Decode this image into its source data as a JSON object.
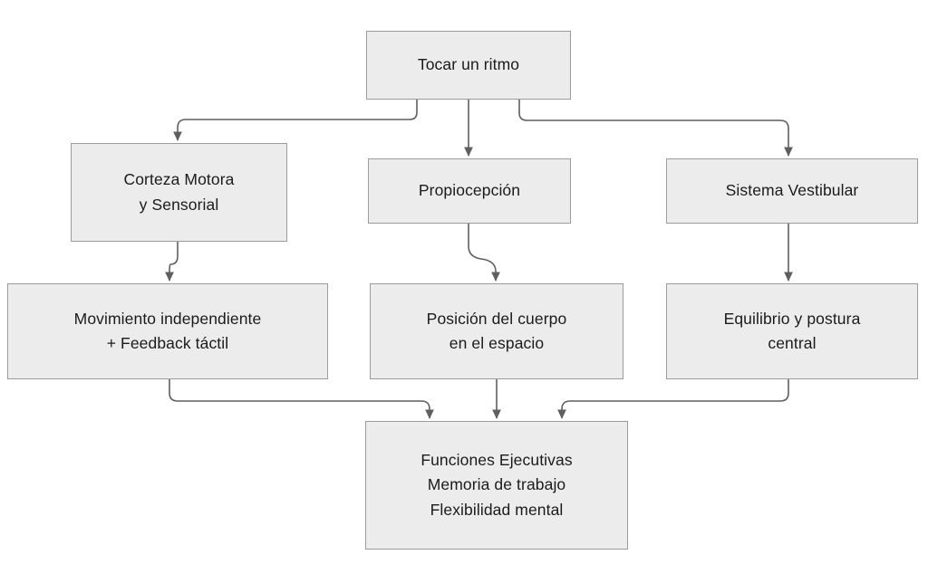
{
  "diagram": {
    "title": "Tocar un ritmo",
    "type": "flowchart",
    "orientation": "top-down",
    "colors": {
      "node_fill": "#ECECEC",
      "node_border": "#9C9C9C",
      "edge": "#5F5F5F",
      "text": "#1B1B1B",
      "background": "#FFFFFF"
    },
    "nodes": [
      {
        "id": "tocar-un-ritmo",
        "label": "Tocar un ritmo"
      },
      {
        "id": "corteza-motora",
        "label": "Corteza Motora\ny Sensorial"
      },
      {
        "id": "propiocepcion",
        "label": "Propiocepción"
      },
      {
        "id": "sistema-vestibular",
        "label": "Sistema Vestibular"
      },
      {
        "id": "movimiento",
        "label": "Movimiento independiente\n+ Feedback táctil"
      },
      {
        "id": "posicion-cuerpo",
        "label": "Posición del cuerpo\nen el espacio"
      },
      {
        "id": "equilibrio",
        "label": "Equilibrio y postura\ncentral"
      },
      {
        "id": "funciones-ejecutivas",
        "label": "Funciones Ejecutivas\nMemoria de trabajo\nFlexibilidad mental"
      }
    ],
    "edges": [
      {
        "from": "tocar-un-ritmo",
        "to": "corteza-motora",
        "style": "elbow-left"
      },
      {
        "from": "tocar-un-ritmo",
        "to": "propiocepcion",
        "style": "straight"
      },
      {
        "from": "tocar-un-ritmo",
        "to": "sistema-vestibular",
        "style": "elbow-right"
      },
      {
        "from": "corteza-motora",
        "to": "movimiento",
        "style": "s-curve"
      },
      {
        "from": "propiocepcion",
        "to": "posicion-cuerpo",
        "style": "s-curve"
      },
      {
        "from": "sistema-vestibular",
        "to": "equilibrio",
        "style": "straight"
      },
      {
        "from": "movimiento",
        "to": "funciones-ejecutivas",
        "style": "elbow-right"
      },
      {
        "from": "posicion-cuerpo",
        "to": "funciones-ejecutivas",
        "style": "straight"
      },
      {
        "from": "equilibrio",
        "to": "funciones-ejecutivas",
        "style": "elbow-left"
      }
    ]
  }
}
